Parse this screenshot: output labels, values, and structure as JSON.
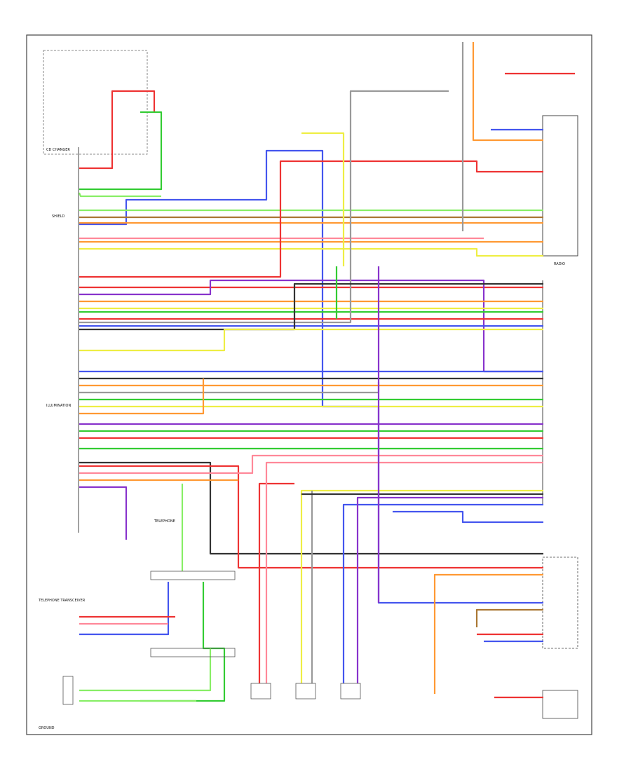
{
  "components": {
    "cd_changer": "CD CHANGER",
    "telephone": "TELEPHONE",
    "telephone_transceiver": "TELEPHONE TRANSCEIVER",
    "radio": "RADIO",
    "shield": "SHIELD",
    "illumination": "ILLUMINATION",
    "ground": "GROUND"
  },
  "colors": {
    "red": "#ee3333",
    "pink": "#ff8899",
    "green": "#33cc33",
    "light_green": "#88ee66",
    "blue": "#4455ee",
    "purple": "#8833cc",
    "orange": "#ff9933",
    "yellow": "#eeee44",
    "brown": "#aa7733",
    "black": "#333333",
    "gray": "#999999",
    "white": "#cccccc"
  }
}
